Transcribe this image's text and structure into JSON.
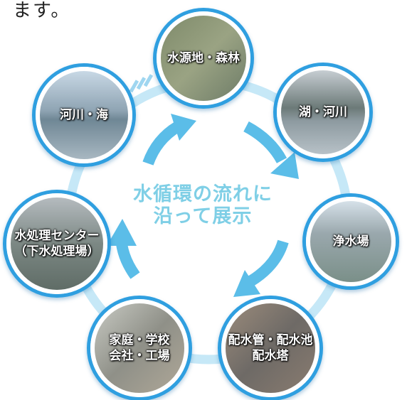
{
  "header_text": "ます。",
  "center_title": [
    "水循環の流れに",
    "沿って展示"
  ],
  "nodes": [
    {
      "id": "source",
      "lines": [
        "水源地・森林"
      ]
    },
    {
      "id": "lake",
      "lines": [
        "湖・河川"
      ]
    },
    {
      "id": "purify",
      "lines": [
        "浄水場"
      ]
    },
    {
      "id": "pipe",
      "lines": [
        "配水管・配水池",
        "配水塔"
      ]
    },
    {
      "id": "home",
      "lines": [
        "家庭・学校",
        "会社・工場"
      ]
    },
    {
      "id": "sewage",
      "lines": [
        "水処理センター",
        "（下水処理場）"
      ]
    },
    {
      "id": "sea",
      "lines": [
        "河川・海"
      ]
    }
  ],
  "colors": {
    "ring": "#bfe6f6",
    "arrow": "#5bbde8",
    "border": "#2f9fe0",
    "center_text": "#7fcfe6"
  }
}
